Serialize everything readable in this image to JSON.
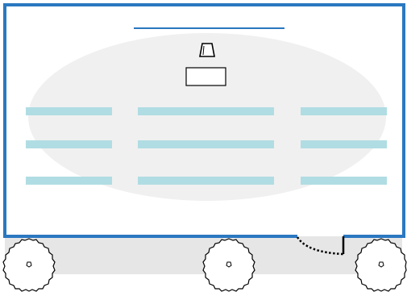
{
  "room": {
    "wall_color": "#2a78c0",
    "floor_color": "#ffffff",
    "audience_area_color": "#f0f0f0",
    "outdoor_strip_color": "#e6e6e6"
  },
  "stage": {
    "screen_color": "#2a78c0",
    "podium_icon": "podium-icon",
    "lectern_icon": "lectern-icon"
  },
  "seating": {
    "row_color": "#b0dde3",
    "rows": 3,
    "columns": 3
  },
  "door": {
    "icon": "door-swing-icon",
    "line_color": "#000000"
  },
  "trees": {
    "icon": "tree-icon",
    "count": 3
  }
}
